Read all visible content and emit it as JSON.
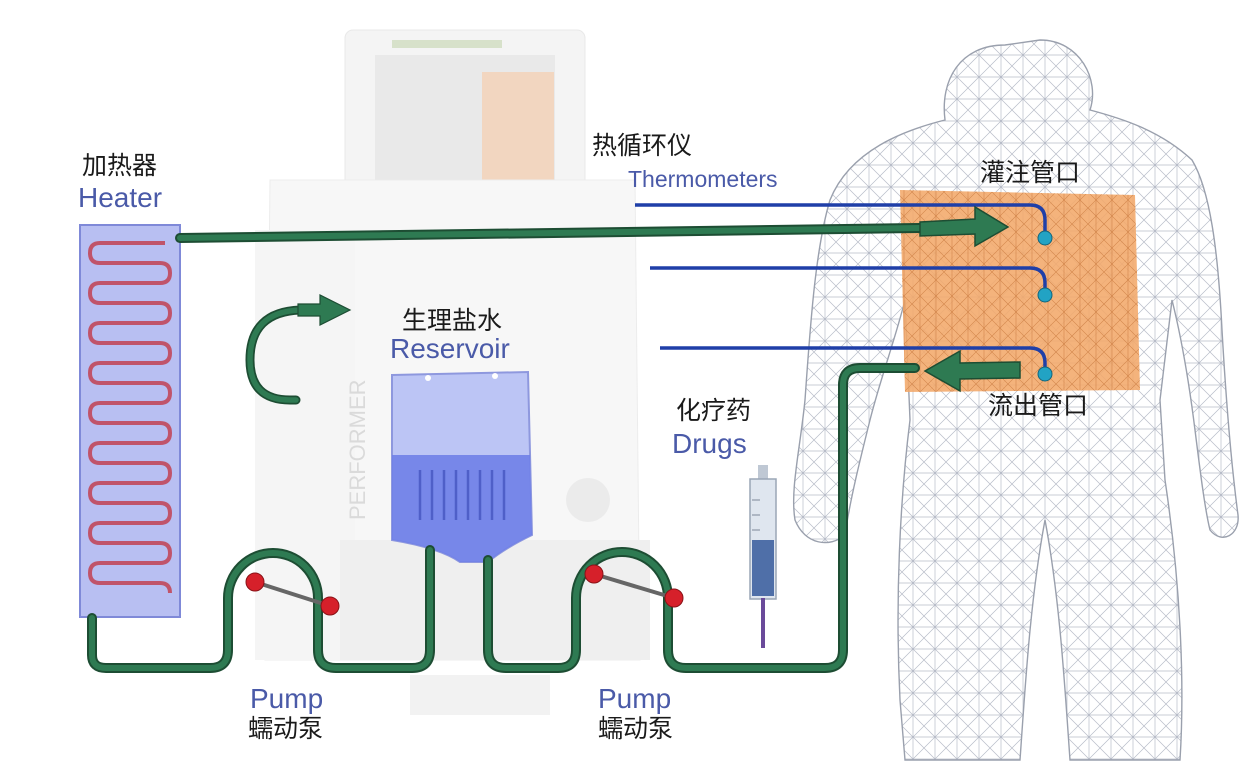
{
  "colors": {
    "tube": "#2e7a52",
    "thermo_line": "#1f3fa8",
    "probe": "#22a3c4",
    "pump_ball": "#d6202a",
    "heater_fill": "#b8bff2",
    "reservoir_fill": "#8f9df0",
    "abdomen_fill": "#f3a86a",
    "label_en": "#4a5aa8",
    "label_cn": "#1a1a1a"
  },
  "labels": {
    "heater_cn": "加热器",
    "heater_en": "Heater",
    "thermo_cn": "热循环仪",
    "thermo_en": "Thermometers",
    "reservoir_cn": "生理盐水",
    "reservoir_en": "Reservoir",
    "drugs_cn": "化疗药",
    "drugs_en": "Drugs",
    "inflow_cn": "灌注管口",
    "outflow_cn": "流出管口",
    "pump1_en": "Pump",
    "pump1_cn": "蠕动泵",
    "pump2_en": "Pump",
    "pump2_cn": "蠕动泵"
  },
  "icons": [
    "heater-coil-icon",
    "syringe-icon",
    "pump-rotor-icon",
    "reservoir-bag-icon",
    "human-body-mesh-icon",
    "thermo-machine-icon"
  ]
}
